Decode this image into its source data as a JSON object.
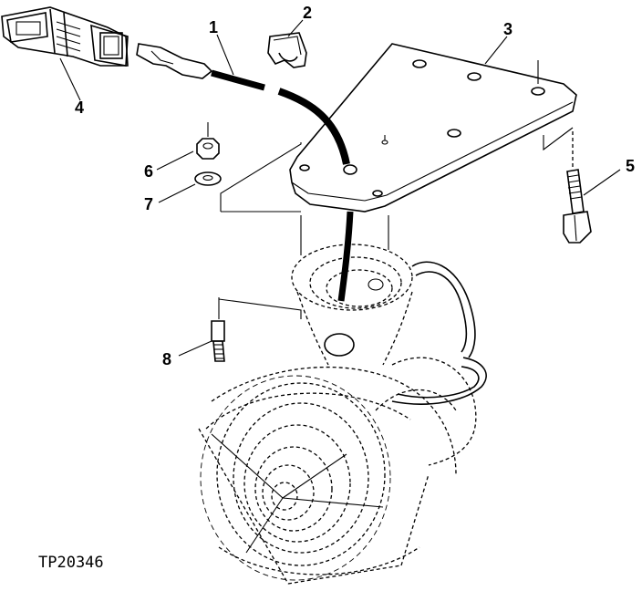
{
  "figure": {
    "id_label": "TP20346"
  },
  "callouts": [
    {
      "label": "1",
      "part": "wire-harness"
    },
    {
      "label": "2",
      "part": "clip"
    },
    {
      "label": "3",
      "part": "mounting-bracket"
    },
    {
      "label": "4",
      "part": "connector"
    },
    {
      "label": "5",
      "part": "cap-screw"
    },
    {
      "label": "6",
      "part": "nut"
    },
    {
      "label": "7",
      "part": "washer"
    },
    {
      "label": "8",
      "part": "cap-screw"
    }
  ],
  "colors": {
    "line": "#000000",
    "background": "#ffffff"
  }
}
